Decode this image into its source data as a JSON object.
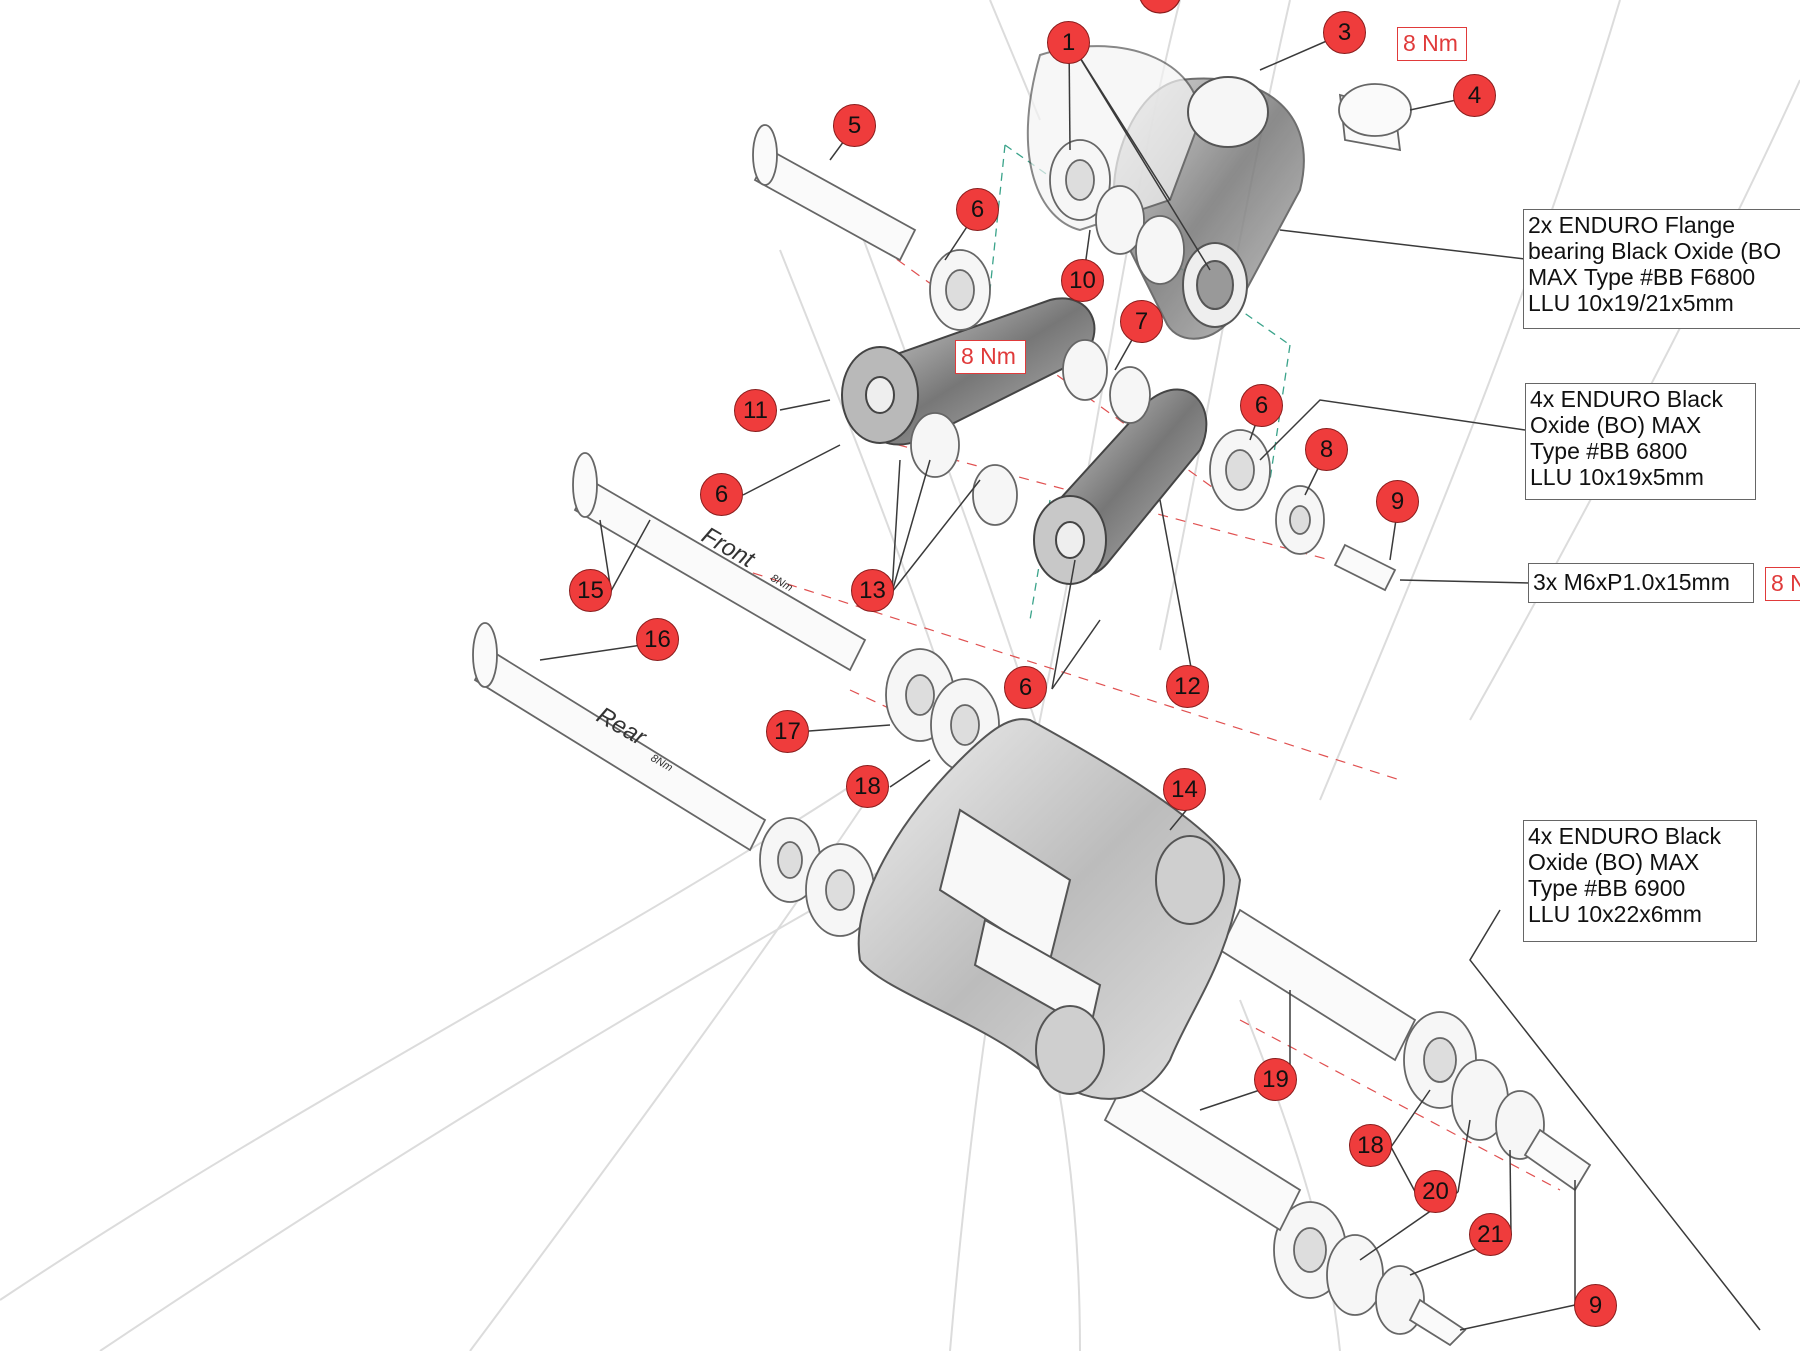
{
  "callouts": {
    "c1": "1",
    "c3": "3",
    "c4": "4",
    "c5": "5",
    "c6a": "6",
    "c6b": "6",
    "c6c": "6",
    "c6d": "6",
    "c7": "7",
    "c8": "8",
    "c9a": "9",
    "c9b": "9",
    "c10": "10",
    "c11": "11",
    "c12": "12",
    "c13": "13",
    "c14": "14",
    "c15": "15",
    "c16": "16",
    "c17": "17",
    "c18a": "18",
    "c18b": "18",
    "c19": "19",
    "c20": "20",
    "c21": "21"
  },
  "torque_labels": {
    "top": "8 Nm",
    "middle": "8 Nm",
    "right": "8 N"
  },
  "spec_labels": {
    "flange_bearing": "2x ENDURO Flange\nbearing Black Oxide (BO\nMAX Type #BB F6800\nLLU 10x19/21x5mm",
    "bearing_6800": "4x ENDURO Black\nOxide (BO) MAX\nType #BB 6800\nLLU 10x19x5mm",
    "bolts": "3x M6xP1.0x15mm",
    "bearing_6900": "4x ENDURO Black\nOxide (BO) MAX\nType #BB 6900\nLLU 10x22x6mm"
  },
  "axle_labels": {
    "front": "Front",
    "front_torque": "8Nm",
    "rear": "Rear",
    "rear_torque": "8Nm"
  },
  "colors": {
    "callout_fill": "#ef3c3c",
    "torque_red": "#e03a3a",
    "line_art": "#9a9a9a",
    "leader": "#3a3a3a"
  }
}
